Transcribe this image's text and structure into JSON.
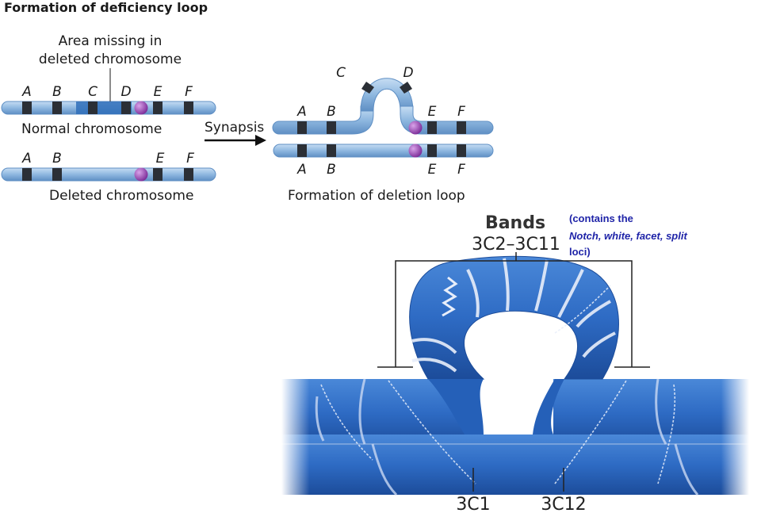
{
  "title": "Formation of deficiency loop",
  "top_diagram": {
    "area_missing_line1": "Area missing in",
    "area_missing_line2": "deleted chromosome",
    "normal_label": "Normal chromosome",
    "deleted_label": "Deleted chromosome",
    "synapsis_label": "Synapsis",
    "loop_label": "Formation of deletion loop",
    "band_letters": [
      "A",
      "B",
      "C",
      "D",
      "E",
      "F"
    ],
    "colors": {
      "chromosome": "#8fb8e0",
      "band": "#2b2f36",
      "centromere": "#8d3aa6",
      "deleted_region": "#2f6fba"
    }
  },
  "bottom_diagram": {
    "bands_title": "Bands",
    "bands_range": "3C2–3C11",
    "note_line1": "(contains the",
    "note_line2_italic": "Notch, white, facet, split",
    "note_line3": "loci)",
    "left_band": "3C1",
    "right_band": "3C12",
    "colors": {
      "chromosome_main": "#2e6bc4",
      "chromosome_dark": "#1c4c9a",
      "note_text": "#1f24a8"
    }
  }
}
